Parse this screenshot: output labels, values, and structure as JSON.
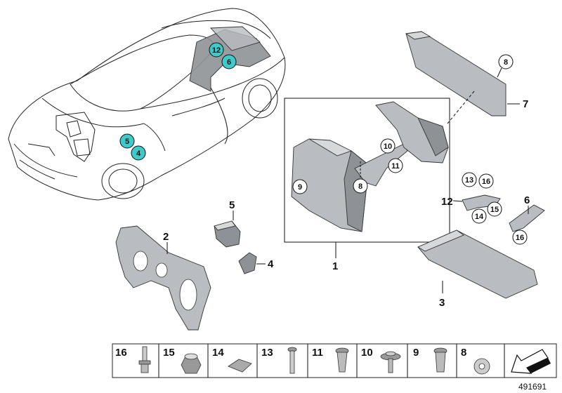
{
  "callouts": {
    "p1": "1",
    "p2": "2",
    "p3": "3",
    "p4": "4",
    "p5": "5",
    "p6": "6",
    "p7": "7",
    "p12": "12"
  },
  "circled": {
    "c8_top": "8",
    "c8_mid": "8",
    "c9": "9",
    "c10": "10",
    "c11": "11",
    "c13": "13",
    "c16_a": "16",
    "c14": "14",
    "c15": "15",
    "c16_b": "16"
  },
  "car_markers": {
    "m12": "12",
    "m6": "6",
    "m5": "5",
    "m4": "4"
  },
  "fasteners": [
    {
      "label": "16",
      "icon": "stud-bolt-icon"
    },
    {
      "label": "15",
      "icon": "hex-nut-icon"
    },
    {
      "label": "14",
      "icon": "clip-nut-icon"
    },
    {
      "label": "13",
      "icon": "screw-icon"
    },
    {
      "label": "11",
      "icon": "expanding-rivet-icon"
    },
    {
      "label": "10",
      "icon": "washer-screw-icon"
    },
    {
      "label": "9",
      "icon": "rivet-icon"
    },
    {
      "label": "8",
      "icon": "speed-nut-icon"
    }
  ],
  "doc_number": "491691",
  "colors": {
    "marker": "#3fc9c9",
    "part": "#b9bcc0"
  }
}
